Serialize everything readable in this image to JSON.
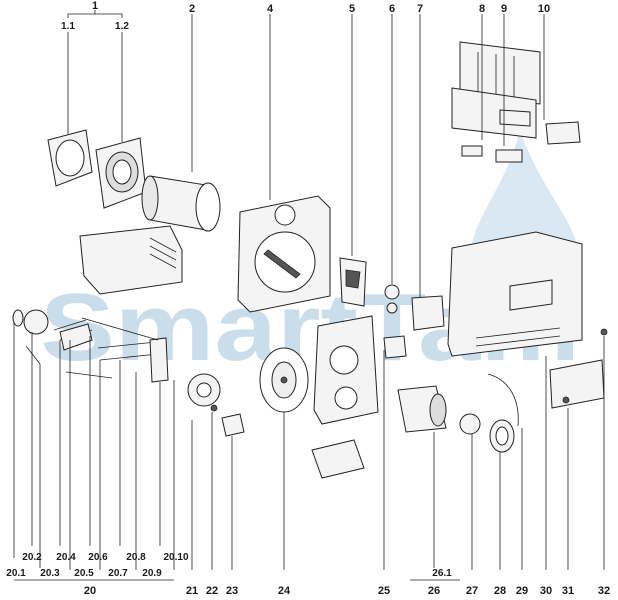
{
  "watermark": {
    "text": "SmartTam"
  },
  "top_labels": [
    "1",
    "1.1",
    "1.2",
    "2",
    "4",
    "5",
    "6",
    "7",
    "8",
    "9",
    "10"
  ],
  "bottom_labels": {
    "group_20": [
      "20.1",
      "20.2",
      "20.3",
      "20.4",
      "20.5",
      "20.6",
      "20.7",
      "20.8",
      "20.9",
      "20.10"
    ],
    "group_total": "20",
    "others": [
      "21",
      "22",
      "23",
      "24",
      "25",
      "26",
      "26.1",
      "27",
      "28",
      "29",
      "30",
      "31",
      "32"
    ]
  }
}
